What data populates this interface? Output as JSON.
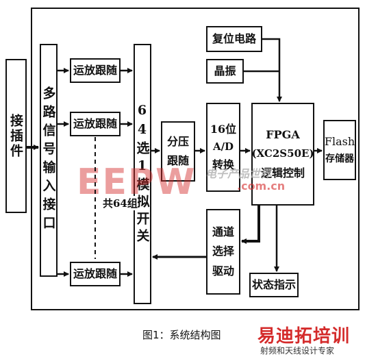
{
  "blocks": {
    "connector": "接插件",
    "mux_input": "多路信号输入接口",
    "follower_1": "运放跟随",
    "follower_2": "运放跟随",
    "follower_3": "运放跟随",
    "group_note": "共64组",
    "analog_switch": "64选1模拟开关",
    "divider": [
      "分压",
      "跟随"
    ],
    "adc": [
      "16位",
      "A/D",
      "转换"
    ],
    "reset": "复位电路",
    "crystal": "晶振",
    "fpga": [
      "FPGA",
      "(XC2S50E)",
      "逻辑控制"
    ],
    "flash": [
      "Flash",
      "存储器"
    ],
    "channel_drive": [
      "通道",
      "选择",
      "驱动"
    ],
    "status": "状态指示"
  },
  "caption": "图1：系统结构图",
  "watermark": {
    "logo": "EEPW",
    "site": "电子产品世界",
    "domain": ".com.cn",
    "brand": "易迪拓培训",
    "brand_sub": "射频和天线设计专家"
  },
  "colors": {
    "line": "#111111",
    "watermark_red": "#d42b2b",
    "watermark_grey": "#b0b0b0"
  }
}
